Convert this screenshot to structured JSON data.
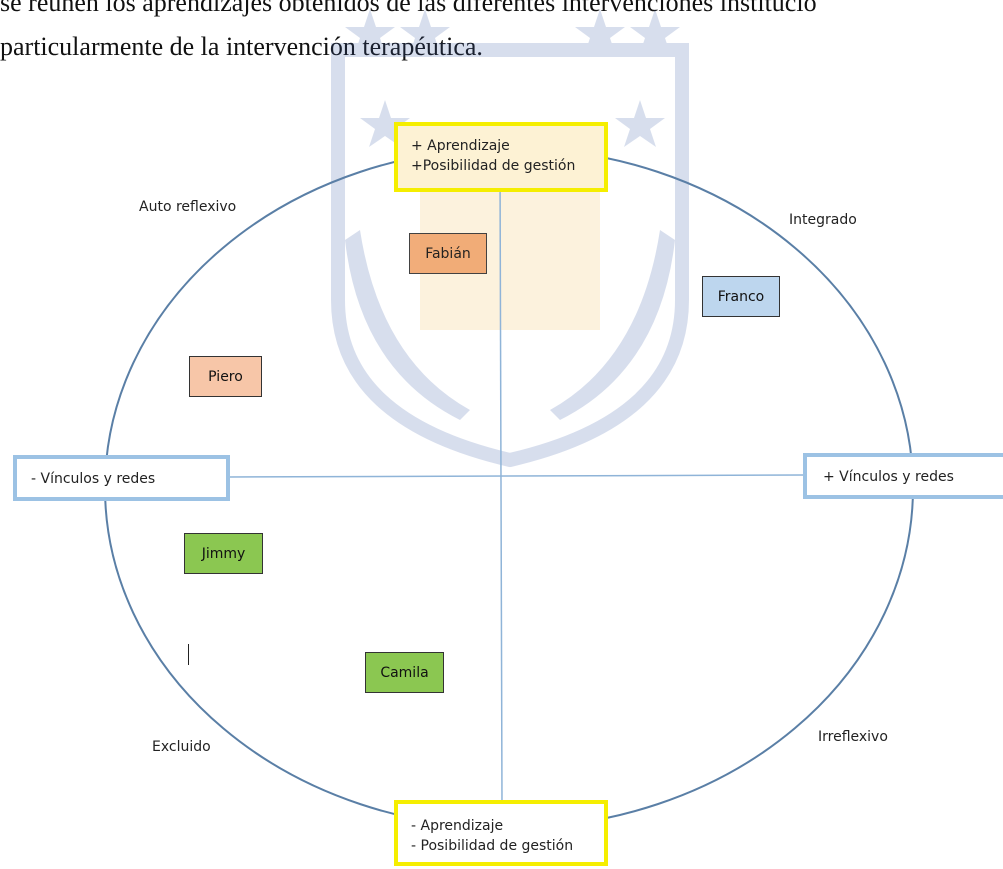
{
  "document": {
    "line1": "se reúnen los aprendizajes obtenidos de las diferentes intervenciones institucio",
    "line2": "particularmente de la intervención terapéutica."
  },
  "diagram": {
    "top_axis": {
      "line1": "+ Aprendizaje",
      "line2": "+Posibilidad de gestión"
    },
    "bottom_axis": {
      "line1": "- Aprendizaje",
      "line2": "- Posibilidad de gestión"
    },
    "left_axis": "- Vínculos y redes",
    "right_axis": "+ Vínculos y redes",
    "quadrants": {
      "top_left": "Auto reflexivo",
      "top_right": "Integrado",
      "bottom_left": "Excluido",
      "bottom_right": "Irreflexivo"
    },
    "names": {
      "fabian": "Fabián",
      "franco": "Franco",
      "piero": "Piero",
      "jimmy": "Jimmy",
      "camila": "Camila"
    }
  },
  "colors": {
    "axis_yellow": "#f5ee00",
    "axis_blue": "#9cc2e4",
    "ellipse": "#5a7fa6",
    "orange": "#f7c6a8",
    "light_blue": "#bdd6ee",
    "green": "#8bc751",
    "watermark_blue": "#3e5fa8",
    "watermark_gold": "#f3c35a"
  }
}
